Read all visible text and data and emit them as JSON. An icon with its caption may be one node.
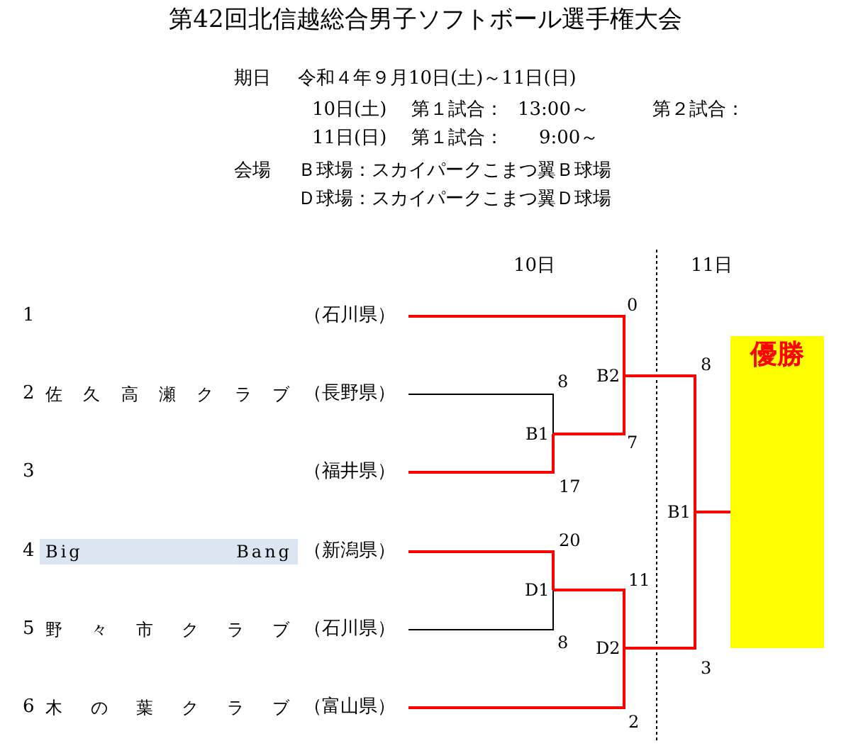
{
  "diagram": {
    "title": "第42回北信越総合男子ソフトボール選手権大会",
    "nodes": [
      {
        "text": [
          "1",
          "（石川県）"
        ]
      },
      {
        "text": [
          "2",
          "佐久高瀬クラブ",
          "（長野県）"
        ]
      },
      {
        "text": [
          "3",
          "（福井県）"
        ]
      },
      {
        "text": [
          "4",
          "Big Bang",
          "（新潟県）"
        ]
      },
      {
        "text": [
          "5",
          "野々市クラブ",
          "（石川県）"
        ]
      },
      {
        "text": [
          "6",
          "木の葉クラブ",
          "（富山県）"
        ]
      },
      {
        "text": [
          "B1"
        ]
      },
      {
        "text": [
          "B2"
        ]
      },
      {
        "text": [
          "D1"
        ]
      },
      {
        "text": [
          "D2"
        ]
      },
      {
        "text": [
          "B1"
        ]
      },
      {
        "text": [
          "優勝"
        ]
      }
    ],
    "edges": [
      {
        "from": 0,
        "to": 7,
        "arrow": "none",
        "label": "0"
      },
      {
        "from": 1,
        "to": 6,
        "arrow": "none",
        "label": "8",
        "color": "#000000"
      },
      {
        "from": 2,
        "to": 6,
        "arrow": "none",
        "label": "17"
      },
      {
        "from": 6,
        "to": 7,
        "arrow": "none",
        "label": "7"
      },
      {
        "from": 3,
        "to": 8,
        "arrow": "none",
        "label": "20"
      },
      {
        "from": 4,
        "to": 8,
        "arrow": "none",
        "label": "8",
        "color": "#000000"
      },
      {
        "from": 8,
        "to": 9,
        "arrow": "none",
        "label": "11"
      },
      {
        "from": 5,
        "to": 9,
        "arrow": "none",
        "label": "2"
      },
      {
        "from": 7,
        "to": 10,
        "arrow": "none",
        "label": "8"
      },
      {
        "from": 9,
        "to": 10,
        "arrow": "none",
        "label": "3"
      },
      {
        "from": 10,
        "to": 11,
        "arrow": "none"
      }
    ],
    "labels": [
      "期日",
      "令和４年９月10日(土)～11日(日)",
      "10日(土)",
      "第１試合：",
      "13:00～",
      "第２試合：",
      "11日(日)",
      "第１試合：",
      "9:00～",
      "会場",
      "Ｂ球場：スカイパークこまつ翼Ｂ球場",
      "Ｄ球場：スカイパークこまつ翼Ｄ球場",
      "10日",
      "11日"
    ]
  }
}
